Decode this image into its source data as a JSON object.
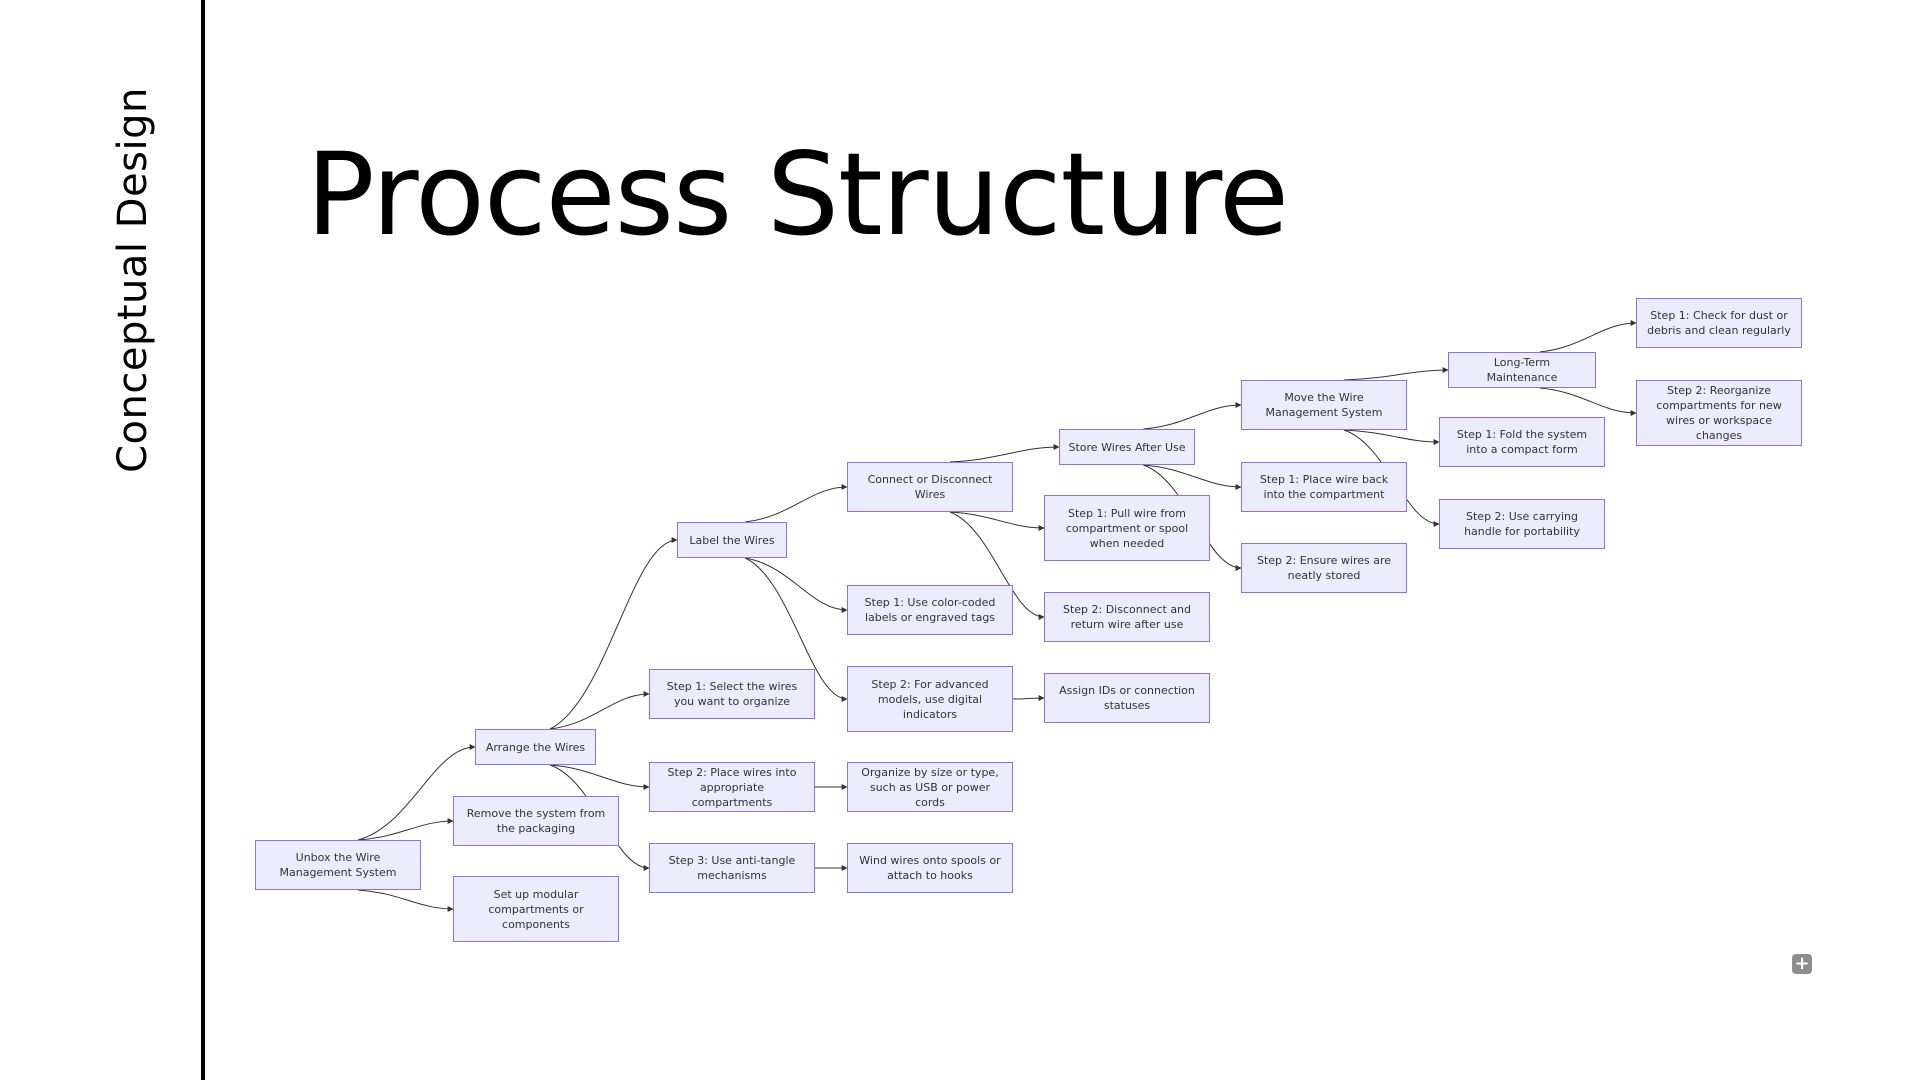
{
  "sidebar": {
    "section_label": "Conceptual Design"
  },
  "header": {
    "title": "Process Structure"
  },
  "diagram": {
    "nodes": [
      {
        "id": "unbox",
        "label": "Unbox the Wire Management System"
      },
      {
        "id": "remove",
        "label": "Remove the system from the packaging"
      },
      {
        "id": "setup",
        "label": "Set up modular compartments or components"
      },
      {
        "id": "arrange",
        "label": "Arrange the Wires"
      },
      {
        "id": "arr_s1",
        "label": "Step 1: Select the wires you want to organize"
      },
      {
        "id": "arr_s2",
        "label": "Step 2: Place wires into appropriate compartments"
      },
      {
        "id": "arr_s3",
        "label": "Step 3: Use anti-tangle mechanisms"
      },
      {
        "id": "organize",
        "label": "Organize by size or type, such as USB or power cords"
      },
      {
        "id": "wind",
        "label": "Wind wires onto spools or attach to hooks"
      },
      {
        "id": "label",
        "label": "Label the Wires"
      },
      {
        "id": "lab_s1",
        "label": "Step 1: Use color-coded labels or engraved tags"
      },
      {
        "id": "lab_s2",
        "label": "Step 2: For advanced models, use digital indicators"
      },
      {
        "id": "assign",
        "label": "Assign IDs or connection statuses"
      },
      {
        "id": "connect",
        "label": "Connect or Disconnect Wires"
      },
      {
        "id": "con_s1",
        "label": "Step 1: Pull wire from compartment or spool when needed"
      },
      {
        "id": "con_s2",
        "label": "Step 2: Disconnect and return wire after use"
      },
      {
        "id": "store",
        "label": "Store Wires After Use"
      },
      {
        "id": "sto_s1",
        "label": "Step 1: Place wire back into the compartment"
      },
      {
        "id": "sto_s2",
        "label": "Step 2: Ensure wires are neatly stored"
      },
      {
        "id": "move",
        "label": "Move the Wire Management System"
      },
      {
        "id": "mov_s1",
        "label": "Step 1: Fold the system into a compact form"
      },
      {
        "id": "mov_s2",
        "label": "Step 2: Use carrying handle for portability"
      },
      {
        "id": "maint",
        "label": "Long-Term Maintenance"
      },
      {
        "id": "mai_s1",
        "label": "Step 1: Check for dust or debris and clean regularly"
      },
      {
        "id": "mai_s2",
        "label": "Step 2: Reorganize compartments for new wires or workspace changes"
      }
    ],
    "edges": [
      [
        "unbox",
        "remove"
      ],
      [
        "unbox",
        "setup"
      ],
      [
        "unbox",
        "arrange"
      ],
      [
        "arrange",
        "arr_s1"
      ],
      [
        "arrange",
        "arr_s2"
      ],
      [
        "arrange",
        "arr_s3"
      ],
      [
        "arrange",
        "label"
      ],
      [
        "arr_s2",
        "organize"
      ],
      [
        "arr_s3",
        "wind"
      ],
      [
        "label",
        "lab_s1"
      ],
      [
        "label",
        "lab_s2"
      ],
      [
        "label",
        "connect"
      ],
      [
        "lab_s2",
        "assign"
      ],
      [
        "connect",
        "con_s1"
      ],
      [
        "connect",
        "con_s2"
      ],
      [
        "connect",
        "store"
      ],
      [
        "store",
        "sto_s1"
      ],
      [
        "store",
        "sto_s2"
      ],
      [
        "store",
        "move"
      ],
      [
        "move",
        "mov_s1"
      ],
      [
        "move",
        "mov_s2"
      ],
      [
        "move",
        "maint"
      ],
      [
        "maint",
        "mai_s1"
      ],
      [
        "maint",
        "mai_s2"
      ]
    ],
    "colors": {
      "node_fill": "#ececff",
      "node_border": "#9370db",
      "edge": "#333333",
      "text": "#333333"
    }
  },
  "controls": {
    "expand_icon": "plus-square-icon",
    "expand_glyph": "+"
  }
}
